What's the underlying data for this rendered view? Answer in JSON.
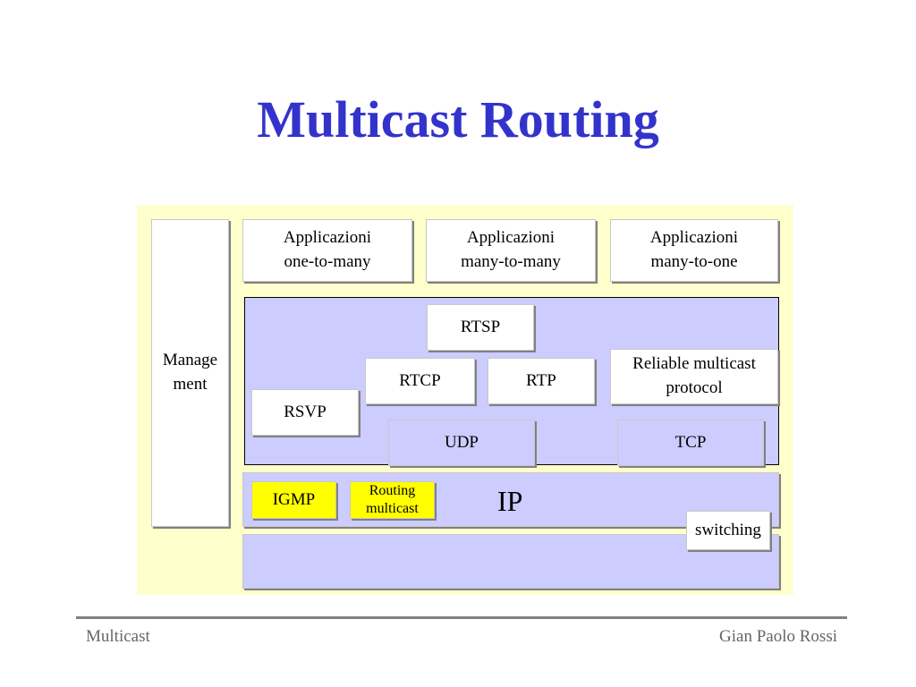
{
  "title": "Multicast Routing",
  "diagram": {
    "management": [
      "Manage",
      "ment"
    ],
    "apps": [
      [
        "Applicazioni",
        "one-to-many"
      ],
      [
        "Applicazioni",
        "many-to-many"
      ],
      [
        "Applicazioni",
        "many-to-one"
      ]
    ],
    "rtsp": "RTSP",
    "rtcp": "RTCP",
    "rtp": "RTP",
    "reliable": [
      "Reliable multicast",
      "protocol"
    ],
    "rsvp": "RSVP",
    "udp": "UDP",
    "tcp": "TCP",
    "igmp": "IGMP",
    "routing": [
      "Routing",
      "multicast"
    ],
    "ip": "IP",
    "switching": "switching"
  },
  "footer": {
    "left": "Multicast",
    "right": "Gian Paolo Rossi"
  },
  "colors": {
    "title": "#3333cc",
    "panel": "#ffffcc",
    "layer": "#ccccff",
    "highlight": "#ffff00"
  }
}
